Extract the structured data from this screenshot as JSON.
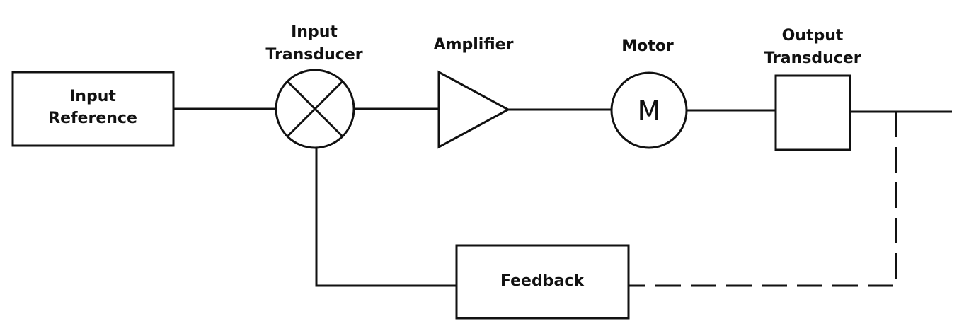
{
  "blocks": {
    "input_reference": {
      "line1": "Input",
      "line2": "Reference"
    },
    "input_transducer": {
      "line1": "Input",
      "line2": "Transducer"
    },
    "amplifier": {
      "label": "Amplifier"
    },
    "motor": {
      "label": "Motor",
      "symbol": "M"
    },
    "output_transducer": {
      "line1": "Output",
      "line2": "Transducer"
    },
    "feedback": {
      "label": "Feedback"
    }
  }
}
